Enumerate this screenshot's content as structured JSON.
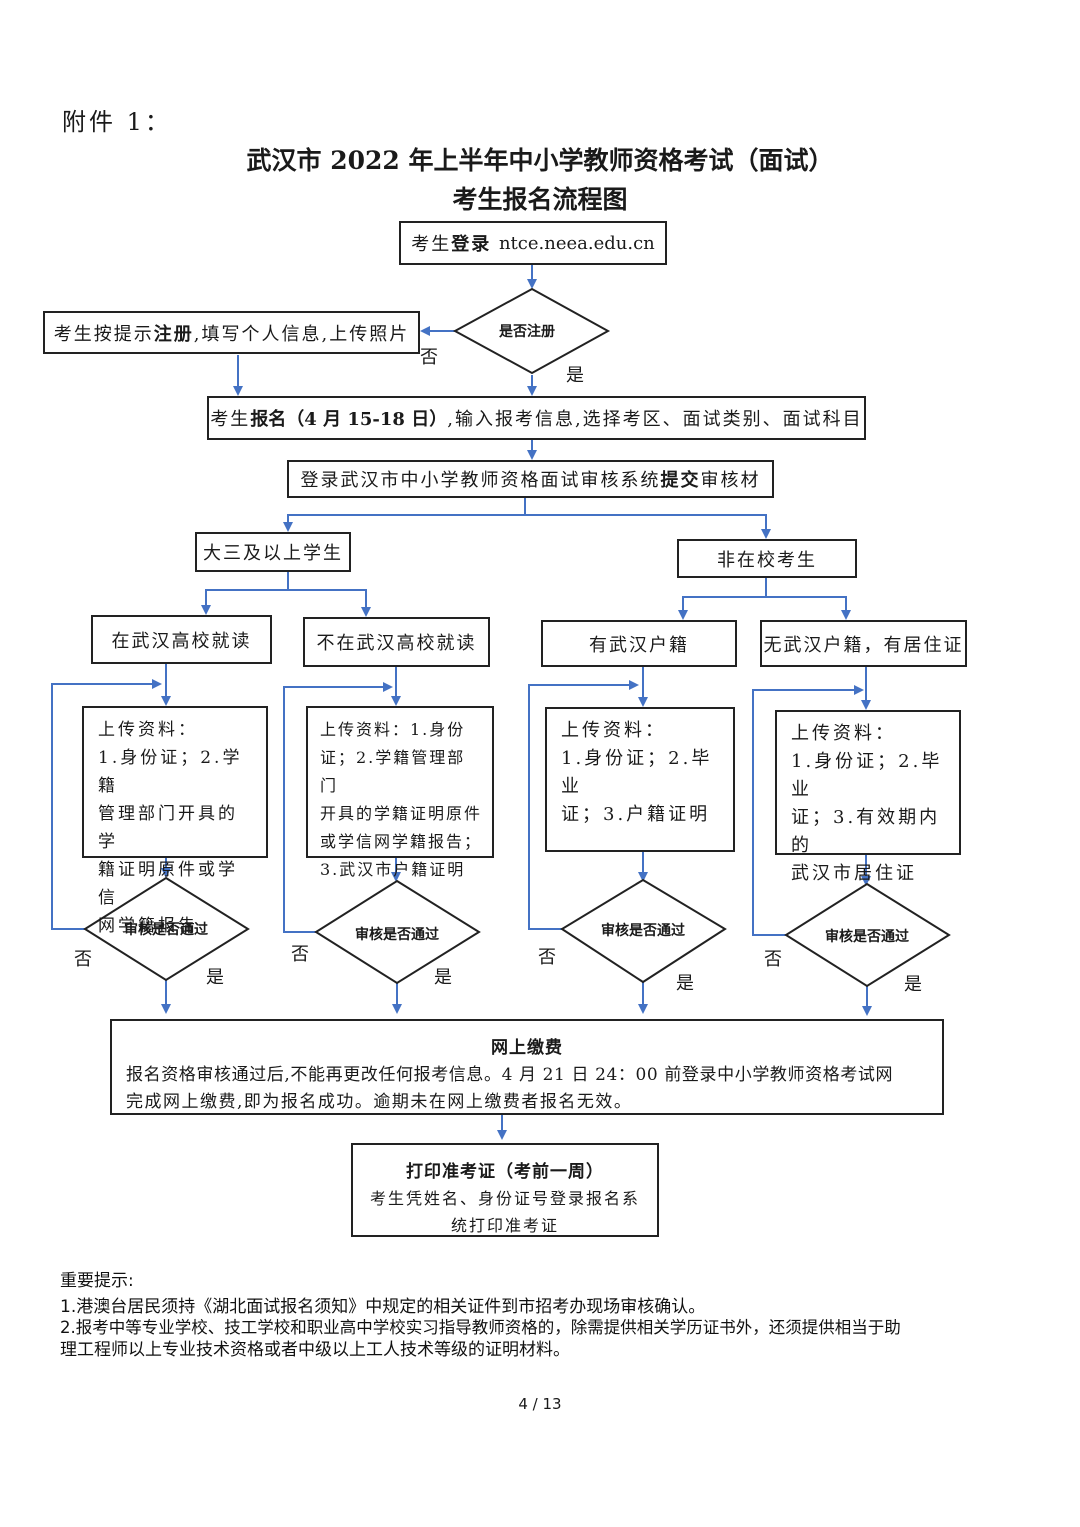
{
  "attachment": "附件 1：",
  "title_line1": "武汉市 2022 年上半年中小学教师资格考试（面试）",
  "title_line2": "考生报名流程图",
  "login": {
    "prefix": "考生",
    "bold": "登录",
    "url": "ntce.neea.edu.cn"
  },
  "register_q": "是否注册",
  "register_box": {
    "pre": "考生按提示",
    "bold": "注册",
    "post": ",填写个人信息,上传照片"
  },
  "signup_box": {
    "pre": "考生",
    "bold": "报名（4 月 15-18 日）",
    "post": ",输入报考信息,选择考区、面试类别、面试科目"
  },
  "submit_box": {
    "pre": "登录武汉市中小学教师资格面试审核系统",
    "bold": "提交",
    "post": "审核材"
  },
  "group_students": "大三及以上学生",
  "group_nonstudents": "非在校考生",
  "branches": [
    {
      "label": "在武汉高校就读",
      "materials": "上传资料：\n1.身份证；2.学籍\n管理部门开具的学\n籍证明原件或学信\n网学籍报告"
    },
    {
      "label": "不在武汉高校就读",
      "materials": "上传资料：1.身份\n证；2.学籍管理部门\n开具的学籍证明原件\n或学信网学籍报告；\n3.武汉市户籍证明"
    },
    {
      "label": "有武汉户籍",
      "materials": "上传资料：\n1.身份证；2.毕业\n证；3.户籍证明"
    },
    {
      "label": "无武汉户籍，有居住证",
      "materials": "上传资料：\n1.身份证；2.毕业\n证；3.有效期内的\n武汉市居住证"
    }
  ],
  "review_q": "审核是否通过",
  "yes": "是",
  "no": "否",
  "payment": {
    "title": "网上缴费",
    "line1": "报名资格审核通过后,不能再更改任何报考信息。4 月 21 日 24：00 前登录中小学教师资格考试网",
    "line2": "完成网上缴费,即为报名成功。逾期未在网上缴费者报名无效。"
  },
  "print": {
    "title": "打印准考证（考前一周）",
    "line1": "考生凭姓名、身份证号登录报名系",
    "line2": "统打印准考证"
  },
  "notes": {
    "heading": "重要提示:",
    "items": [
      "1.港澳台居民须持《湖北面试报名须知》中规定的相关证件到市招考办现场审核确认。",
      "2.报考中等专业学校、技工学校和职业高中学校实习指导教师资格的，除需提供相关学历证书外，还须提供相当于助",
      "理工程师以上专业技术资格或者中级以上工人技术等级的证明材料。"
    ]
  },
  "page_number": "4 / 13",
  "colors": {
    "arrow": "#4472c4",
    "border": "#222222"
  }
}
